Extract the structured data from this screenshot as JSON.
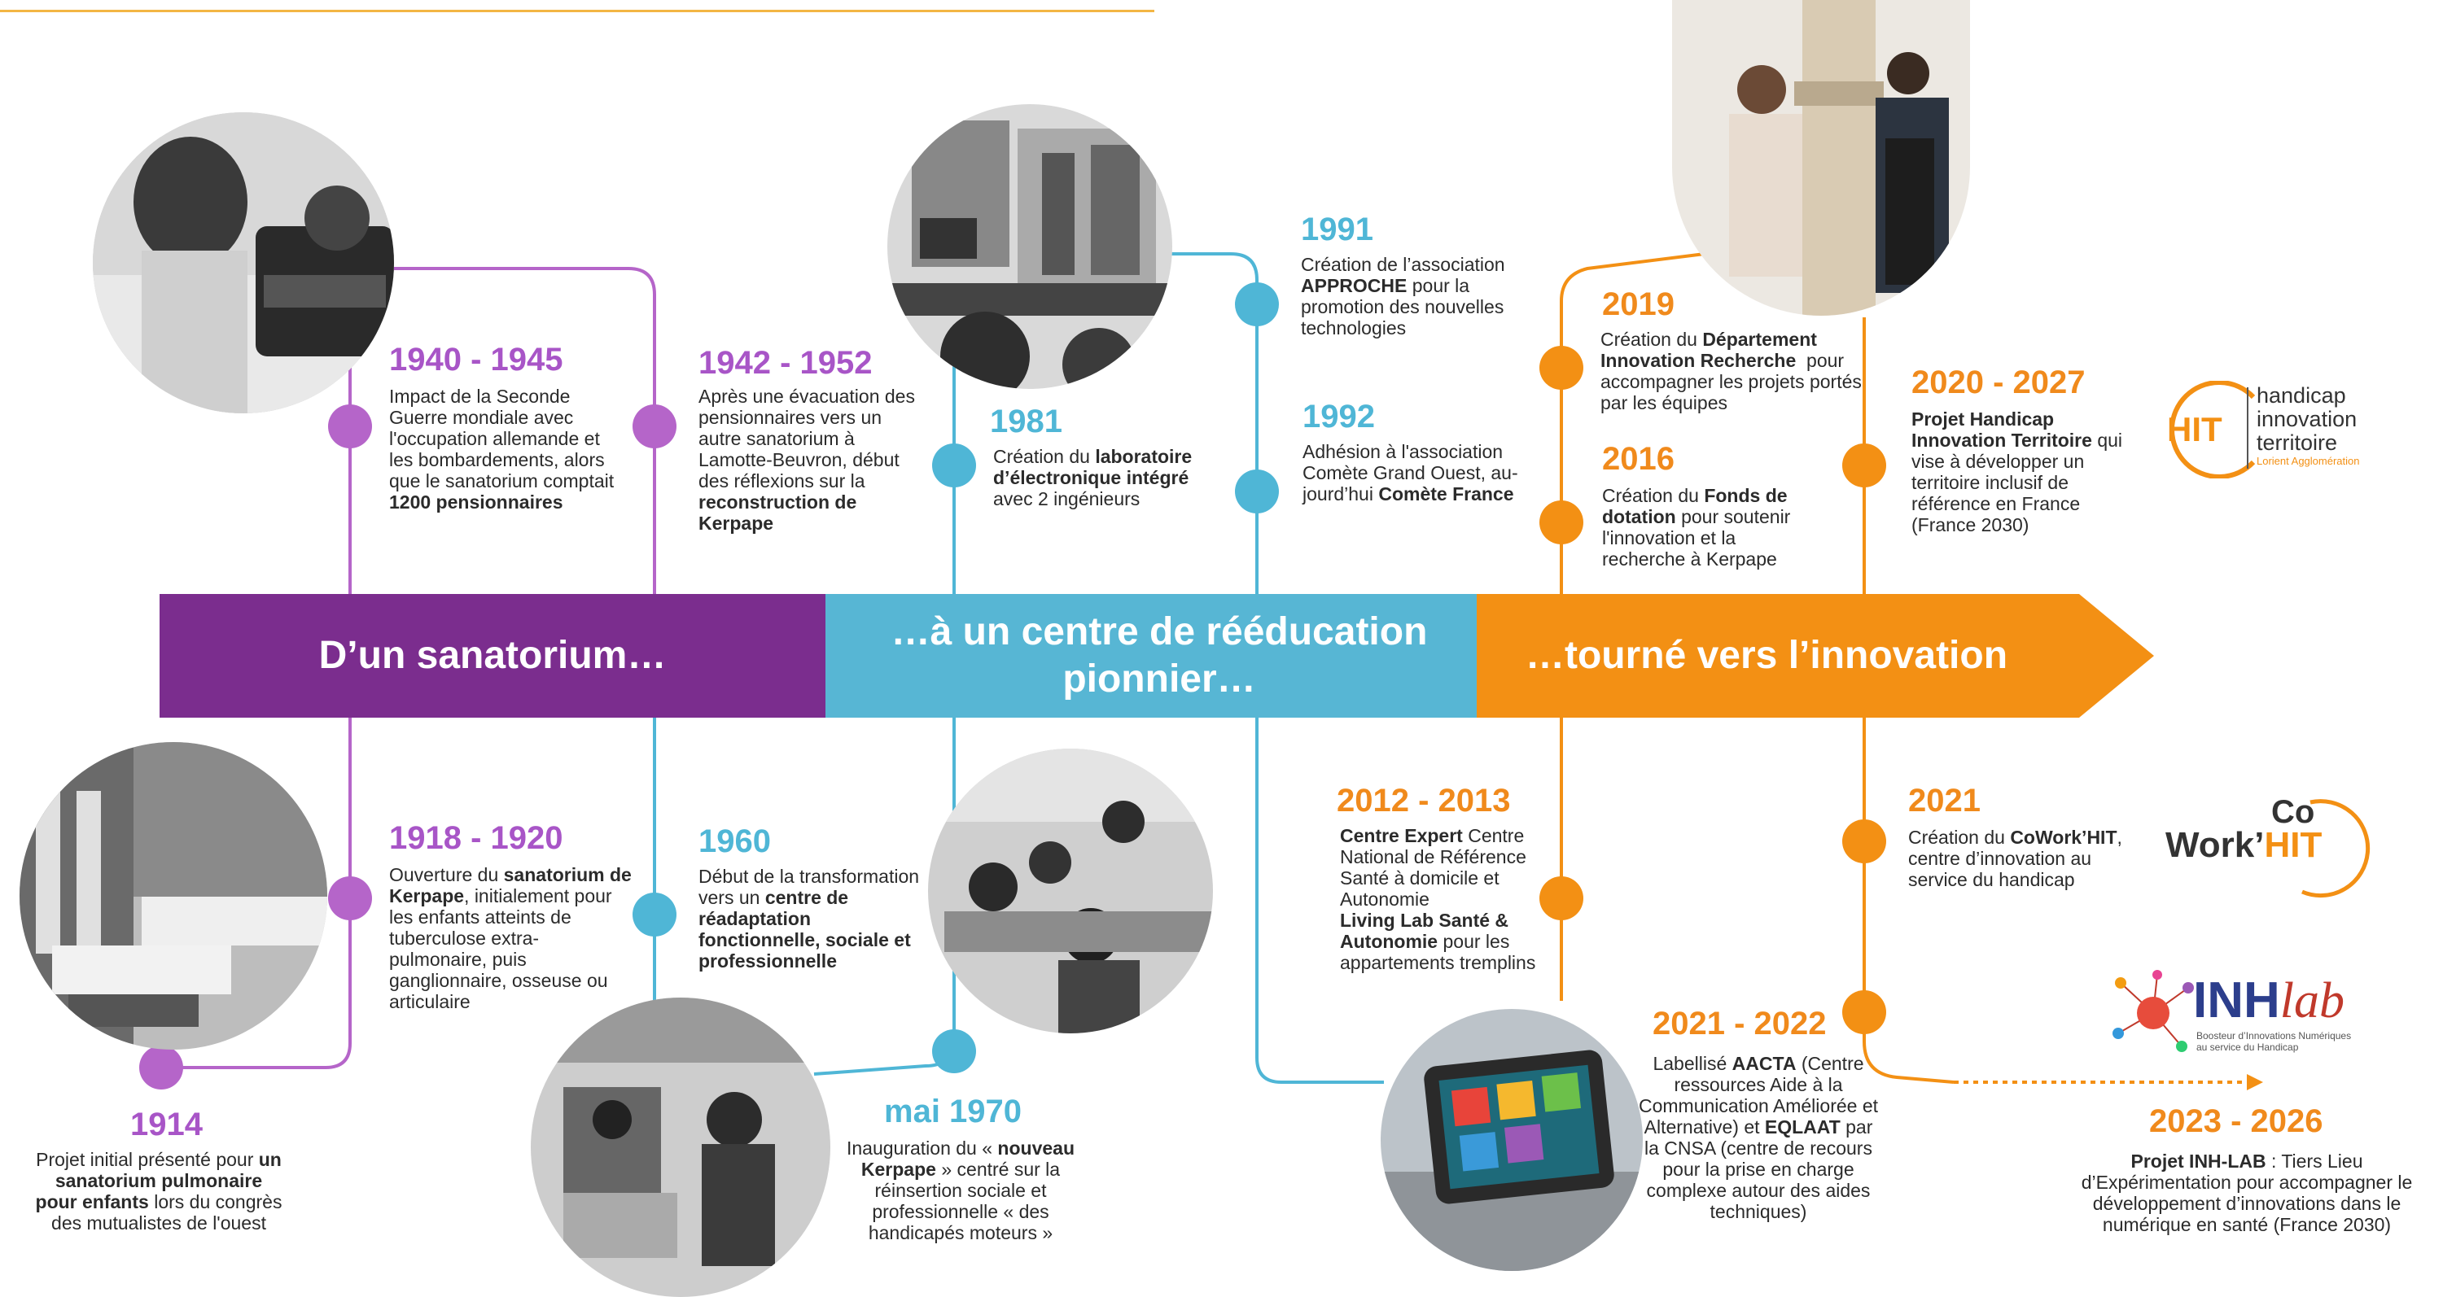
{
  "colors": {
    "purple": "#7b2d8e",
    "dot_purple": "#b565c9",
    "blue": "#57b6d4",
    "orange": "#f39014",
    "accent_line": "#f3b644"
  },
  "banner": {
    "section1": "D’un sanatorium…",
    "section2": "…à un centre de rééducation pionnier…",
    "section3": "…tourné vers l’innovation"
  },
  "events": {
    "e1914": {
      "year": "1914",
      "text": [
        "Projet initial présenté pour ",
        "un sanatorium pulmonaire pour enfants",
        " lors du congrès des mutualistes de l'ouest"
      ]
    },
    "e1918": {
      "year": "1918 - 1920",
      "text": [
        "Ouverture du ",
        "sanatorium de Kerpape",
        ", initialement pour les enfants atteints de tuberculose extra-pulmonaire, puis ganglionnaire, osseuse ou articulaire"
      ]
    },
    "e1940": {
      "year": "1940 - 1945",
      "text": [
        "Impact de la Seconde Guerre mondiale avec l'occupation allemande et les bombardements, alors que le sanatorium comptait ",
        "1200 pensionnaires",
        ""
      ]
    },
    "e1942": {
      "year": "1942 - 1952",
      "text": [
        "Après une évacuation des pensionnaires vers un autre sanatorium à Lamotte-Beuvron, début des réflexions sur la ",
        "reconstruction de Kerpape",
        ""
      ]
    },
    "e1960": {
      "year": "1960",
      "text": [
        "Début de la transformation vers un ",
        "centre de réadaptation fonctionnelle, sociale et professionnelle",
        ""
      ]
    },
    "e1970": {
      "year": "mai 1970",
      "text": [
        "Inauguration du « ",
        "nouveau Kerpape",
        " » centré sur la réinsertion sociale et professionnelle « des handicapés moteurs »"
      ]
    },
    "e1981": {
      "year": "1981",
      "text": [
        "Création du ",
        "laboratoire d’électronique intégré",
        " avec 2 ingénieurs"
      ]
    },
    "e1991": {
      "year": "1991",
      "text": [
        "Création de l’association ",
        "APPROCHE",
        " pour la promotion des nouvelles technologies"
      ]
    },
    "e1992": {
      "year": "1992",
      "text": [
        "Adhésion à l'association Comète Grand Ouest, au-jourd’hui ",
        "Comète France",
        ""
      ]
    },
    "e2012": {
      "year": "2012 - 2013",
      "p1": [
        "Centre Expert",
        " Centre National de Référence Santé à domicile et Autonomie"
      ],
      "p2": [
        "Living Lab Santé & Autonomie",
        " pour les appartements tremplins"
      ]
    },
    "e2016": {
      "year": "2016",
      "text": [
        "Création du ",
        "Fonds de dotation",
        " pour soutenir l'innovation et la recherche à Kerpape"
      ]
    },
    "e2019": {
      "year": "2019",
      "text": [
        "Création du ",
        "Département Innovation Recherche",
        "  pour  accompagner les projets portés par les équipes"
      ]
    },
    "e2020": {
      "year": "2020 - 2027",
      "text": [
        "Projet Handicap Innovation Territoire",
        " qui vise à développer un territoire inclusif de référence en France (France 2030)"
      ]
    },
    "e2021": {
      "year": "2021",
      "text": [
        "Création du ",
        "CoWork’HIT",
        ", centre d’innovation au service du handicap"
      ]
    },
    "e2021b": {
      "year": "2021 - 2022",
      "text": [
        "Labellisé ",
        "AACTA",
        " (Centre ressources Aide à la Communication Améliorée et Alternative) et ",
        "EQLAAT",
        " par la CNSA (centre de recours pour la prise en charge complexe autour des aides techniques)"
      ]
    },
    "e2023": {
      "year": "2023 - 2026",
      "text": [
        "Projet INH-LAB",
        " : Tiers Lieu d’Expérimentation pour accompagner le développement d’innovations dans le numérique en santé (France 2030)"
      ]
    }
  },
  "logos": {
    "hit": {
      "mark": "HIT",
      "l1": "handicap",
      "l2": "innovation",
      "l3": "territoire",
      "sub": "Lorient Agglomération"
    },
    "cowork": {
      "l1": "Co",
      "l2": "Work’",
      "l3": "HIT"
    },
    "inhlab": {
      "a": "INH",
      "b": "lab",
      "sub1": "Boosteur d’Innovations Numériques",
      "sub2": "au service du Handicap"
    }
  },
  "photos": [
    "child-typewriter-photo",
    "sanatorium-ward-photo",
    "electronics-lab-photo",
    "workshop-photo",
    "workshop-men-photo",
    "exoskeleton-photo",
    "tablet-photo"
  ]
}
